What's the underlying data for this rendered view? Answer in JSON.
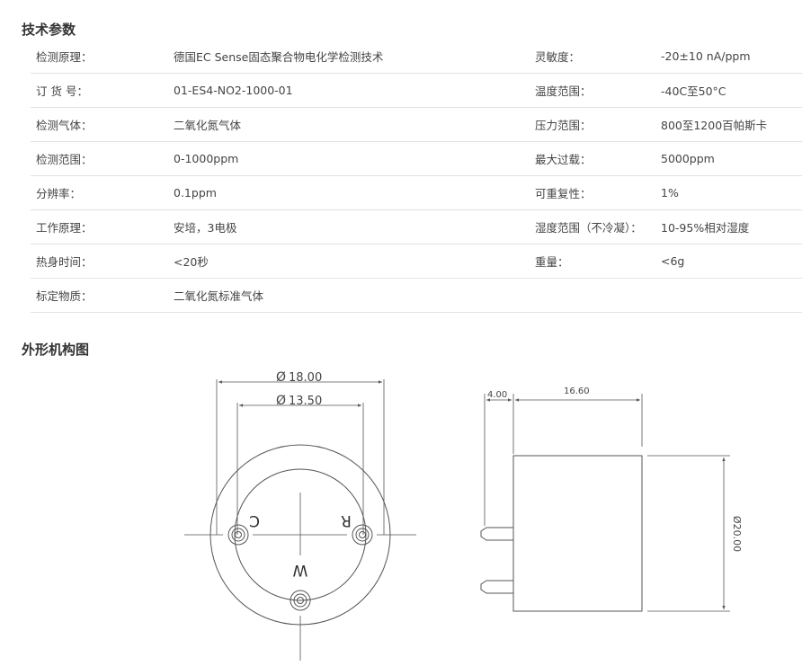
{
  "sections": {
    "specs_title": "技术参数",
    "drawing_title": "外形机构图"
  },
  "specs": [
    {
      "label": "检测原理：",
      "value": "德国EC Sense固态聚合物电化学检测技术",
      "label2": "灵敏度：",
      "value2": "-20±10 nA/ppm"
    },
    {
      "label": "订 货 号：",
      "value": "01-ES4-NO2-1000-01",
      "label2": "温度范围：",
      "value2": "-40C至50°C"
    },
    {
      "label": "检测气体：",
      "value": "二氧化氮气体",
      "label2": "压力范围：",
      "value2": "800至1200百帕斯卡"
    },
    {
      "label": "检测范围：",
      "value": "0-1000ppm",
      "label2": "最大过载：",
      "value2": "5000ppm"
    },
    {
      "label": "分辨率：",
      "value": "0.1ppm",
      "label2": "可重复性：",
      "value2": "1%"
    },
    {
      "label": "工作原理：",
      "value": "安培，3电极",
      "label2": "湿度范围（不冷凝）：",
      "value2": "10-95%相对湿度"
    },
    {
      "label": "热身时间：",
      "value": "<20秒",
      "label2": "重量：",
      "value2": "<6g"
    },
    {
      "label": "标定物质：",
      "value": "二氧化氮标准气体",
      "label2": "",
      "value2": ""
    }
  ],
  "drawing": {
    "dim_outer_diameter": "18.00",
    "dim_inner_diameter": "13.50",
    "diameter_symbol": "Ø",
    "pin_label_c": "C",
    "pin_label_r": "R",
    "pin_label_w": "W",
    "dim_pin_length": "4.00",
    "dim_body_height": "16.60",
    "dim_body_diameter": "Ø20.00"
  }
}
